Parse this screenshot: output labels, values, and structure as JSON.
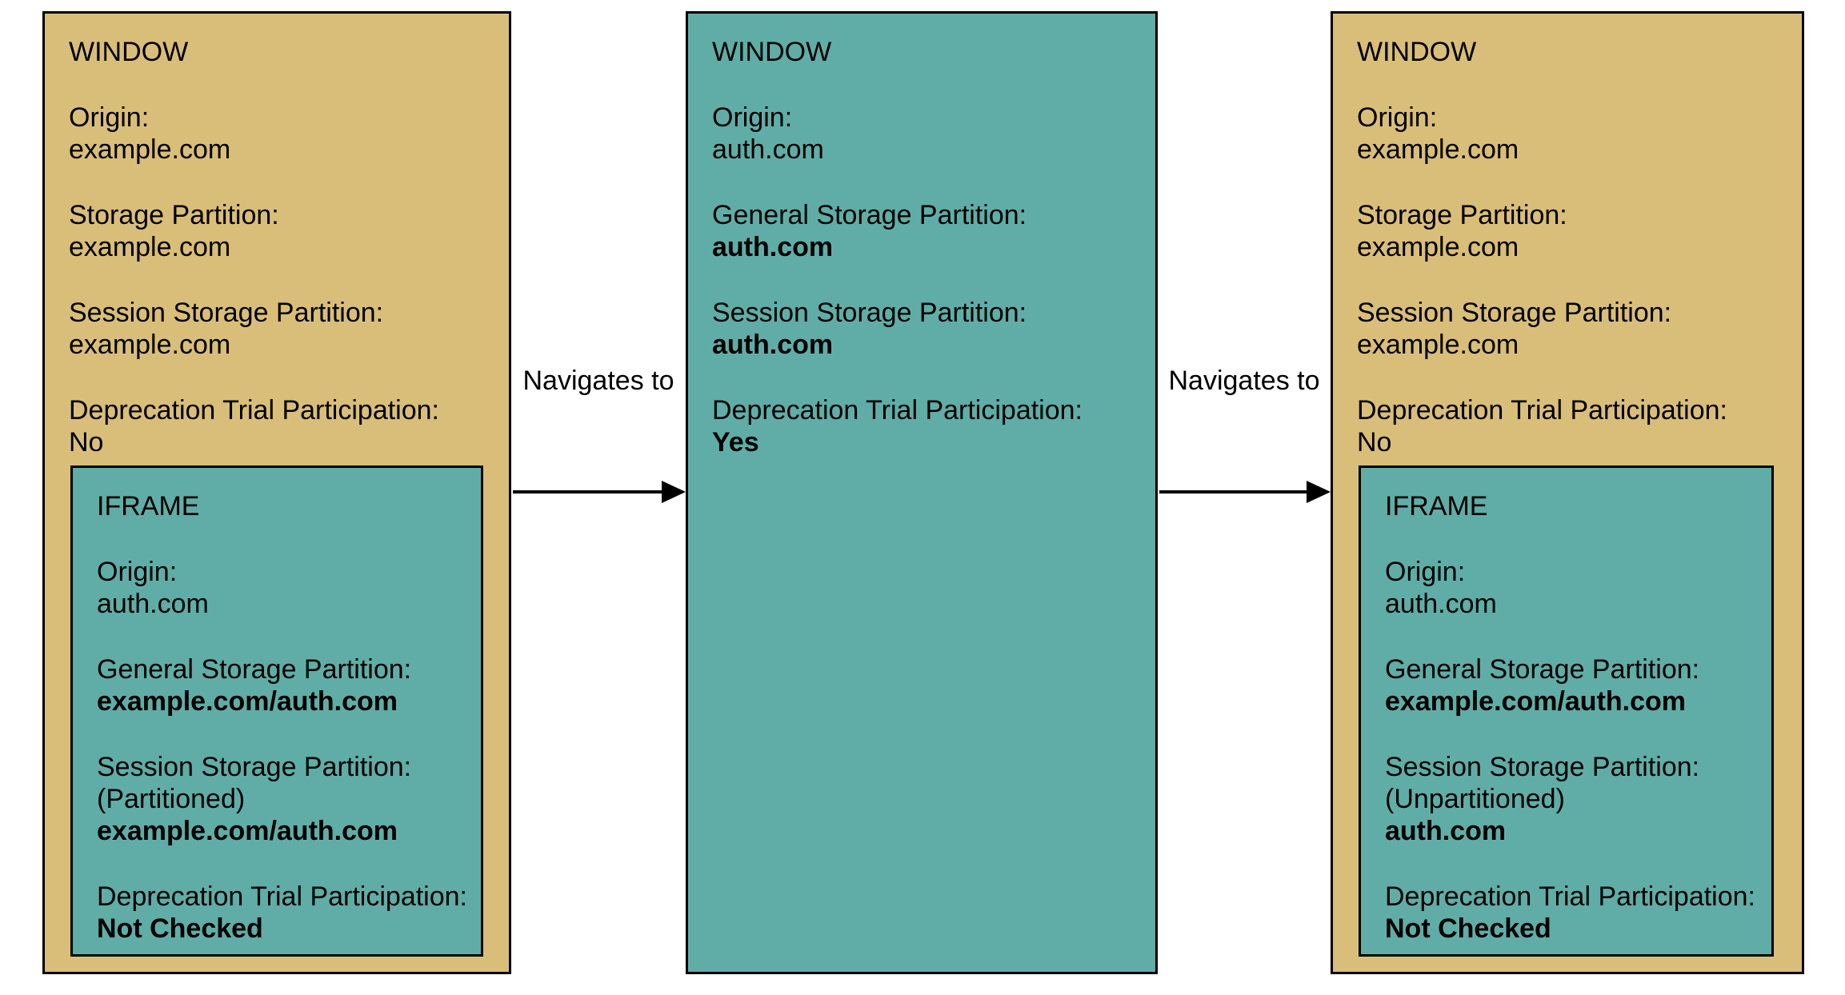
{
  "colors": {
    "window_fill": "#d9be7a",
    "iframe_fill": "#60ada7",
    "border": "#000000",
    "text": "#000000",
    "background": "#ffffff"
  },
  "arrows": [
    {
      "label": "Navigates to"
    },
    {
      "label": "Navigates to"
    }
  ],
  "windows": {
    "left": {
      "title": "WINDOW",
      "fields": [
        {
          "label": "Origin:",
          "value": "example.com"
        },
        {
          "label": "Storage Partition:",
          "value": "example.com"
        },
        {
          "label": "Session Storage Partition:",
          "value": "example.com"
        },
        {
          "label": "Deprecation Trial Participation:",
          "value": "No"
        }
      ],
      "iframe": {
        "title": "IFRAME",
        "fields": [
          {
            "label": "Origin:",
            "value": "auth.com"
          },
          {
            "label": "General Storage Partition:",
            "value": "example.com/auth.com"
          },
          {
            "label": "Session Storage Partition:",
            "note": "(Partitioned)",
            "value": "example.com/auth.com"
          },
          {
            "label": "Deprecation Trial Participation:",
            "value": "Not Checked"
          }
        ]
      }
    },
    "middle": {
      "title": "WINDOW",
      "fields": [
        {
          "label": "Origin:",
          "value": "auth.com"
        },
        {
          "label": "General Storage Partition:",
          "value": "auth.com"
        },
        {
          "label": "Session Storage Partition:",
          "value": "auth.com"
        },
        {
          "label": "Deprecation Trial Participation:",
          "value": "Yes"
        }
      ]
    },
    "right": {
      "title": "WINDOW",
      "fields": [
        {
          "label": "Origin:",
          "value": "example.com"
        },
        {
          "label": "Storage Partition:",
          "value": "example.com"
        },
        {
          "label": "Session Storage Partition:",
          "value": "example.com"
        },
        {
          "label": "Deprecation Trial Participation:",
          "value": "No"
        }
      ],
      "iframe": {
        "title": "IFRAME",
        "fields": [
          {
            "label": "Origin:",
            "value": "auth.com"
          },
          {
            "label": "General Storage Partition:",
            "value": "example.com/auth.com"
          },
          {
            "label": "Session Storage Partition:",
            "note": "(Unpartitioned)",
            "value": "auth.com"
          },
          {
            "label": "Deprecation Trial Participation:",
            "value": "Not Checked"
          }
        ]
      }
    }
  }
}
